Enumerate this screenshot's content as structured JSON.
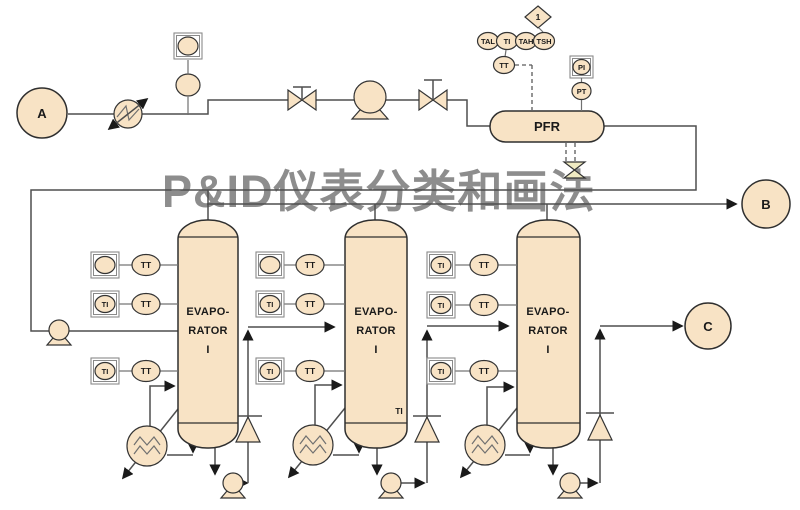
{
  "watermark": "P&ID仪表分类和画法",
  "stream_nodes": {
    "feed": "A",
    "overhead": "B",
    "product": "C"
  },
  "reactor_area": {
    "vessel_label": "PFR",
    "interlock_number": "1",
    "alarm_bubbles": [
      "TAL",
      "TI",
      "TAH",
      "TSH"
    ],
    "temp_transmitter": "TT",
    "pressure_indicator": "PI",
    "pressure_transmitter": "PT"
  },
  "evaporators": [
    {
      "label_lines": [
        "EVAPO-",
        "RATOR",
        "I"
      ],
      "rows": [
        {
          "local": "",
          "transmitter": "TT"
        },
        {
          "local": "TI",
          "transmitter": "TT"
        },
        {
          "local": "TI",
          "transmitter": "TT"
        }
      ]
    },
    {
      "label_lines": [
        "EVAPO-",
        "RATOR",
        "I"
      ],
      "rows": [
        {
          "local": "",
          "transmitter": "TT"
        },
        {
          "local": "TI",
          "transmitter": "TT"
        },
        {
          "local": "TI",
          "transmitter": "TT"
        }
      ]
    },
    {
      "label_lines": [
        "EVAPO-",
        "RATOR",
        "I"
      ],
      "rows": [
        {
          "local": "TI",
          "transmitter": "TT"
        },
        {
          "local": "TI",
          "transmitter": "TT"
        },
        {
          "local": "TI",
          "transmitter": "TT"
        }
      ]
    }
  ],
  "stray_label": "TI",
  "colors": {
    "equipment_fill": "#f8e3c5",
    "pipe_line": "#4f4f4f",
    "watermark_gray": "#8d8d8d",
    "valve_pale_fill": "#f0ebc2",
    "background": "#ffffff"
  }
}
